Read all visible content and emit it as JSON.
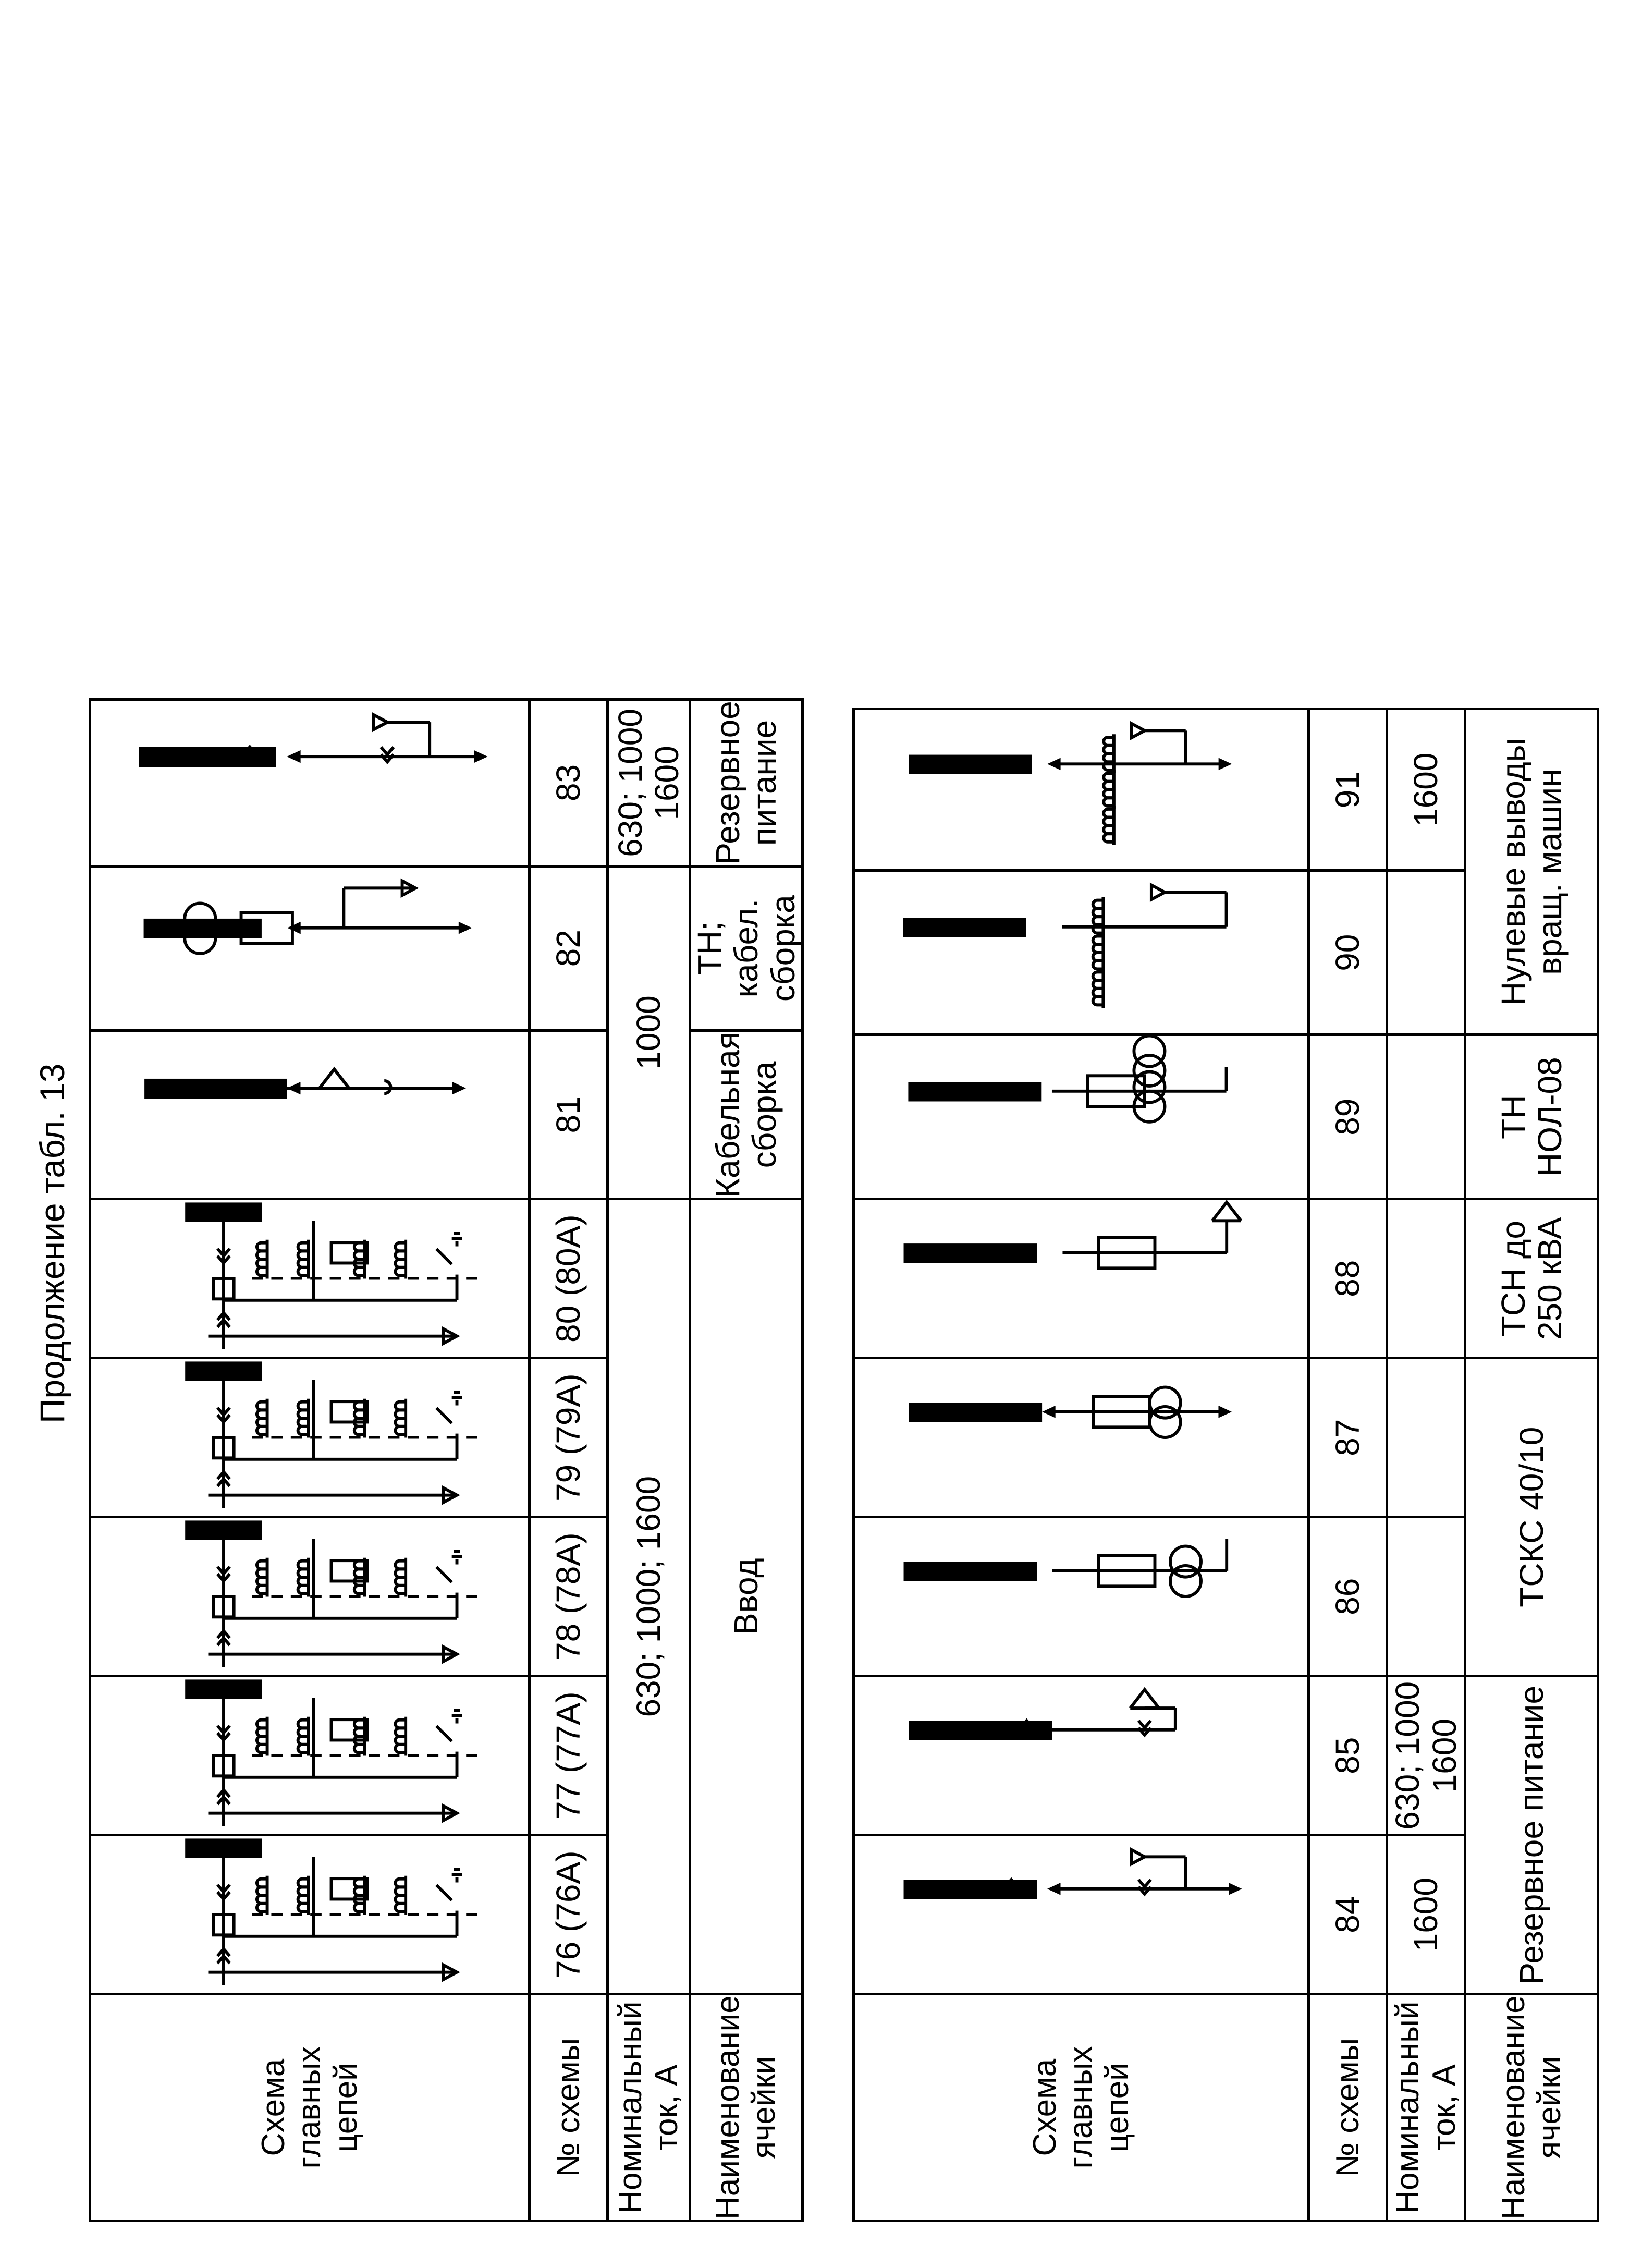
{
  "caption": "Продолжение табл. 13",
  "headers": {
    "scheme": "Схема\nглавных\nцепей",
    "number": "№ схемы",
    "current": "Номинальный\nток, А",
    "name": "Наименование\nячейки"
  },
  "table1": {
    "numbers": [
      "76 (76А)",
      "77 (77А)",
      "78 (78А)",
      "79 (79А)",
      "80 (80А)",
      "81",
      "82",
      "83"
    ],
    "diagram_icons": [
      "incoming-breaker-scheme-icon",
      "incoming-breaker-scheme-icon",
      "incoming-breaker-scheme-icon",
      "incoming-breaker-scheme-icon",
      "incoming-breaker-scheme-icon",
      "cable-assembly-scheme-icon",
      "voltage-transformer-scheme-icon",
      "reserve-supply-scheme-icon"
    ],
    "current_group_a": "630; 1000; 1600",
    "current_group_b": "1000",
    "current_83": "630; 1000\n1600",
    "name_group": "Ввод",
    "name_81": "Кабельная\nсборка",
    "name_82": "ТН; кабел.\nсборка",
    "name_83": "Резервное\nпитание"
  },
  "table2": {
    "numbers": [
      "84",
      "85",
      "86",
      "87",
      "88",
      "89",
      "90",
      "91"
    ],
    "diagram_icons": [
      "reserve-supply-scheme-icon",
      "reserve-supply-cable-scheme-icon",
      "tsks-transformer-scheme-icon",
      "tsks-transformer-scheme-icon",
      "auxiliary-transformer-scheme-icon",
      "voltage-transformer-nol-scheme-icon",
      "neutral-outputs-scheme-icon",
      "neutral-outputs-scheme-icon"
    ],
    "current_84": "1600",
    "current_85": "630; 1000\n1600",
    "current_91": "1600",
    "name_reserve": "Резервное питание",
    "name_tsks": "ТСКС 40/10",
    "name_88": "ТСН до\n250 кВА",
    "name_89": "ТН\nНОЛ-08",
    "name_neutral": "Нулевые выводы\nвращ. машин"
  }
}
